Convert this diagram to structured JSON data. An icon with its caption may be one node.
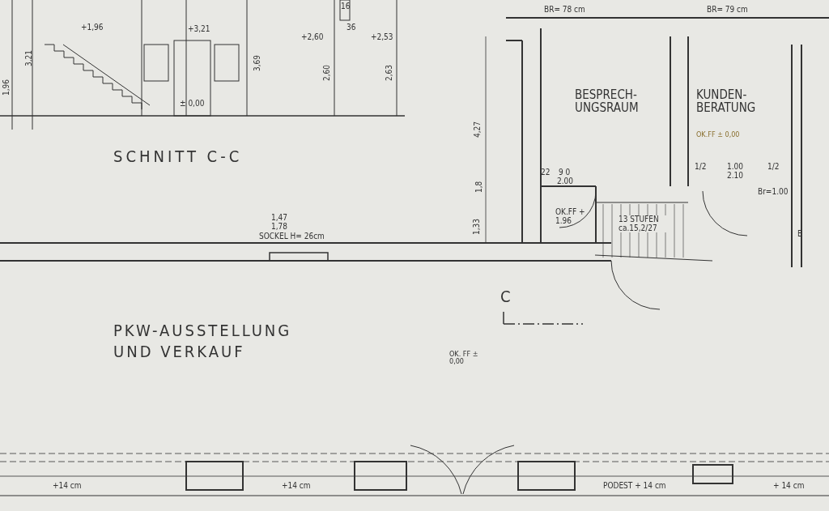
{
  "diagram": {
    "nodes": [
      {
        "text": [
          "BESPRECH- UNGSRAUM"
        ]
      },
      {
        "text": [
          "KUNDEN- BERATUNG",
          "OK.FF ± 0,00"
        ]
      },
      {
        "text": [
          "PKW-AUSSTELLUNG UND VERKAUF",
          "OK. FF ± 0,00"
        ]
      },
      {
        "text": [
          "13 STUFEN ca.15,2/27"
        ]
      }
    ],
    "edges": [],
    "labels": [
      "+1,96",
      "+3,21",
      "± 0,00",
      "3,21",
      "1,96",
      "3,69",
      "+2,60",
      "2,60",
      "+2,53",
      "2,63",
      "16",
      "36",
      "SCHNITT C-C",
      "BR= 78 cm",
      "BR= 79 cm",
      "4,27",
      "1,8",
      "1,33",
      "1,47",
      "1,78",
      "SOCKEL H= 26cm",
      "22",
      "9 0",
      "2.00",
      "OK.FF + 1.96",
      "1/2",
      "1.00",
      "2.10",
      "1/2",
      "Br=1.00",
      "E",
      "C",
      "+14 cm",
      "+14 cm",
      "PODEST + 14 cm",
      "+ 14 cm"
    ]
  }
}
